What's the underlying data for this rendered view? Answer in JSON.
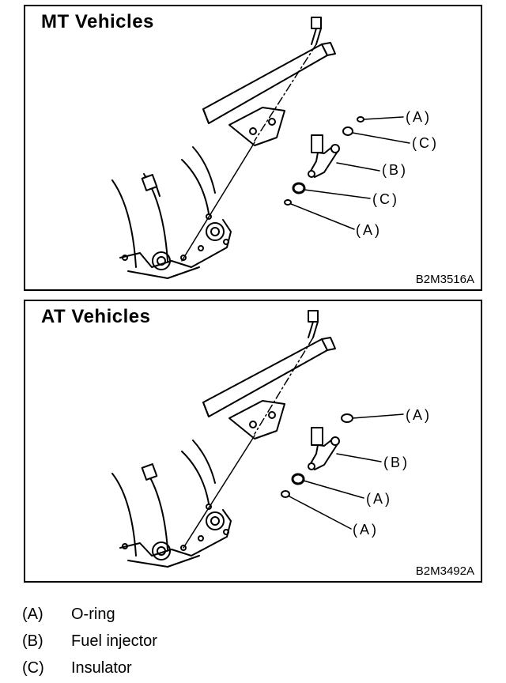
{
  "panels": [
    {
      "title": "MT Vehicles",
      "figure_code": "B2M3516A",
      "callouts": [
        "(A)",
        "(C)",
        "(B)",
        "(C)",
        "(A)"
      ]
    },
    {
      "title": "AT Vehicles",
      "figure_code": "B2M3492A",
      "callouts": [
        "(A)",
        "(B)",
        "(A)",
        "(A)"
      ]
    }
  ],
  "legend": [
    {
      "key": "(A)",
      "label": "O-ring"
    },
    {
      "key": "(B)",
      "label": "Fuel injector"
    },
    {
      "key": "(C)",
      "label": "Insulator"
    }
  ]
}
